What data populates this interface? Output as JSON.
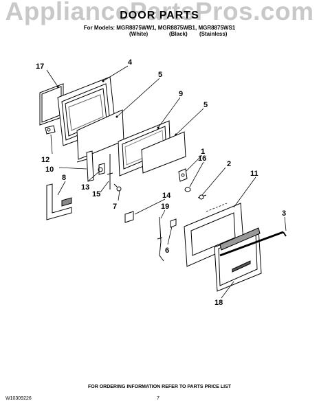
{
  "watermark": "AppliancePartsPros.com",
  "title": "DOOR PARTS",
  "models": "For Models: MGR8875WW1, MGR8875WB1, MGR8875WS1",
  "variants": [
    "(White)",
    "(Black)",
    "(Stainless)"
  ],
  "callouts": [
    "17",
    "4",
    "5",
    "9",
    "5",
    "12",
    "10",
    "8",
    "13",
    "15",
    "7",
    "1",
    "16",
    "2",
    "11",
    "14",
    "19",
    "6",
    "3",
    "18"
  ],
  "footer_note": "FOR ORDERING INFORMATION REFER TO PARTS PRICE LIST",
  "doc_number": "W10309226",
  "page_number": "7"
}
